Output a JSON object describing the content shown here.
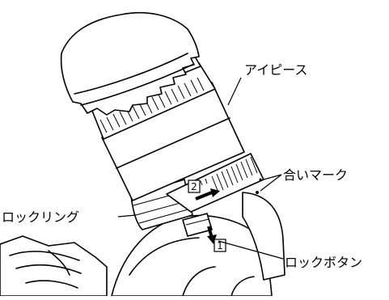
{
  "labels": {
    "eyepiece": "アイピース",
    "alignment_mark": "合いマーク",
    "lock_ring": "ロックリング",
    "lock_button": "ロックボタン"
  },
  "steps": {
    "step1": "1",
    "step2": "2"
  }
}
